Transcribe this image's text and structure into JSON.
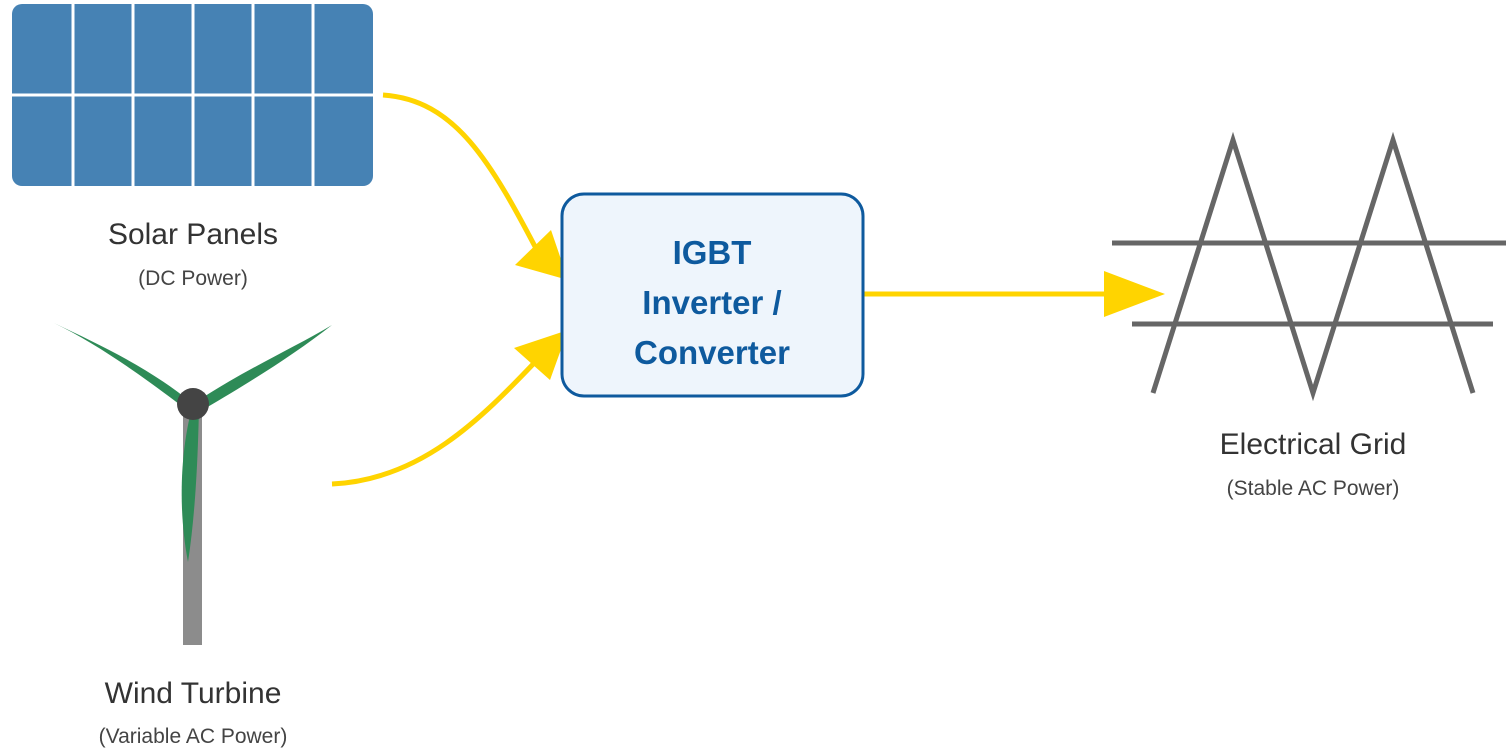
{
  "colors": {
    "flow": "#FFD400",
    "solar_panel": "#4682B4",
    "solar_grid_lines": "#FFFFFF",
    "turbine_tower": "#8C8C8C",
    "turbine_blade": "#2E8B57",
    "turbine_hub": "#444444",
    "inverter_fill": "#EEF5FC",
    "inverter_border": "#0E5A9E",
    "inverter_text": "#0E5A9E",
    "grid_lines": "#666666"
  },
  "icons": {
    "solar": "solar-panel-icon",
    "wind": "wind-turbine-icon",
    "grid": "power-pylon-icon"
  },
  "sources": {
    "solar": {
      "label": "Solar Panels",
      "sublabel": "(DC Power)"
    },
    "wind": {
      "label": "Wind Turbine",
      "sublabel": "(Variable AC Power)"
    }
  },
  "inverter": {
    "line1": "IGBT",
    "line2": "Inverter /",
    "line3": "Converter"
  },
  "grid": {
    "label": "Electrical Grid",
    "sublabel": "(Stable AC Power)"
  }
}
